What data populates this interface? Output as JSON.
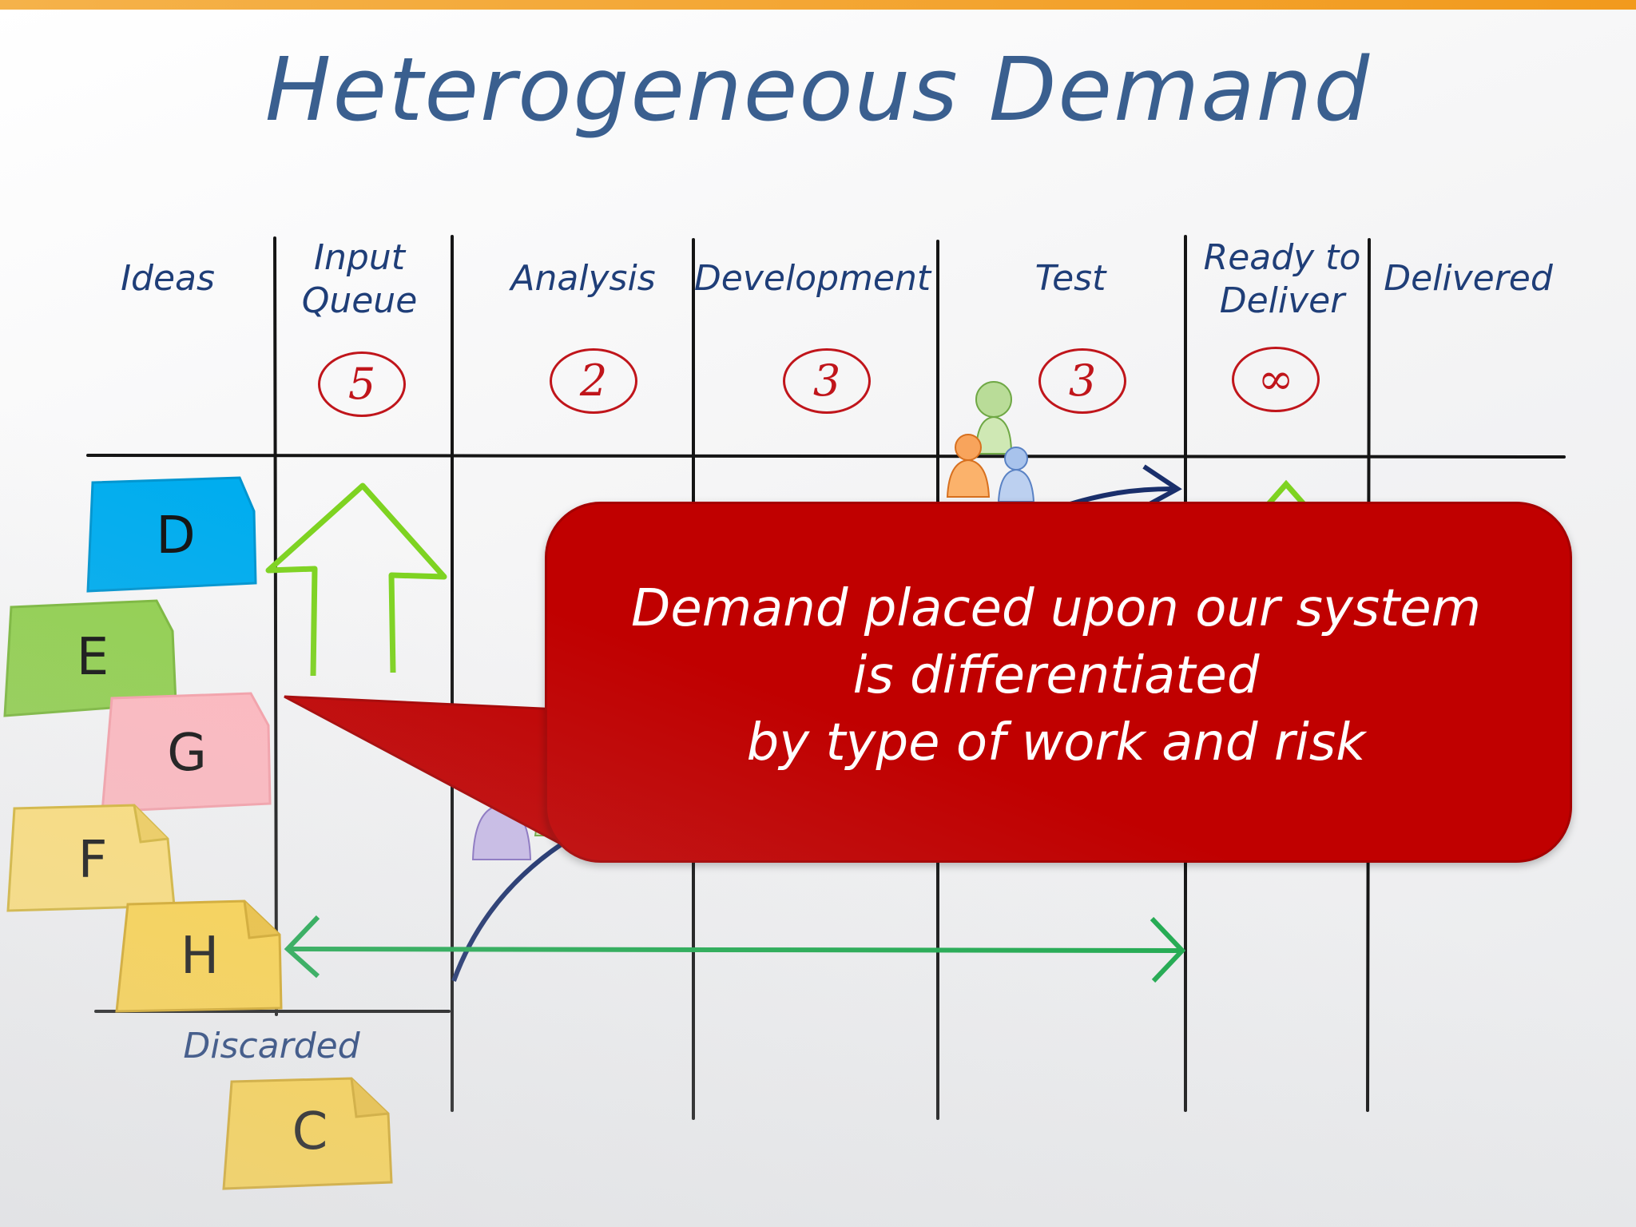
{
  "title": "Heterogeneous Demand",
  "columns": [
    {
      "name": "Ideas",
      "wip": ""
    },
    {
      "name": "Input\nQueue",
      "wip": "5"
    },
    {
      "name": "Analysis",
      "wip": "2"
    },
    {
      "name": "Development",
      "wip": "3"
    },
    {
      "name": "Test",
      "wip": "3"
    },
    {
      "name": "Ready to\nDeliver",
      "wip": "∞"
    },
    {
      "name": "Delivered",
      "wip": ""
    }
  ],
  "discarded_label": "Discarded",
  "notes": [
    {
      "letter": "D",
      "color": "#00adef"
    },
    {
      "letter": "E",
      "color": "#92d050"
    },
    {
      "letter": "G",
      "color": "#ffb9c0"
    },
    {
      "letter": "F",
      "color": "#ffe07a"
    },
    {
      "letter": "H",
      "color": "#ffd54a"
    },
    {
      "letter": "C",
      "color": "#ffd54a"
    }
  ],
  "callout": {
    "lines": [
      "Demand placed upon our system",
      "is differentiated",
      "by type of work and risk"
    ],
    "color": "#c00000"
  },
  "colors": {
    "title": "#3a5f8f",
    "headers": "#1f3e78",
    "wip": "#c0151b",
    "arrow_green": "#7ed321",
    "arrow_teal": "#1faa4f",
    "arrow_navy": "#1a2f6b"
  }
}
